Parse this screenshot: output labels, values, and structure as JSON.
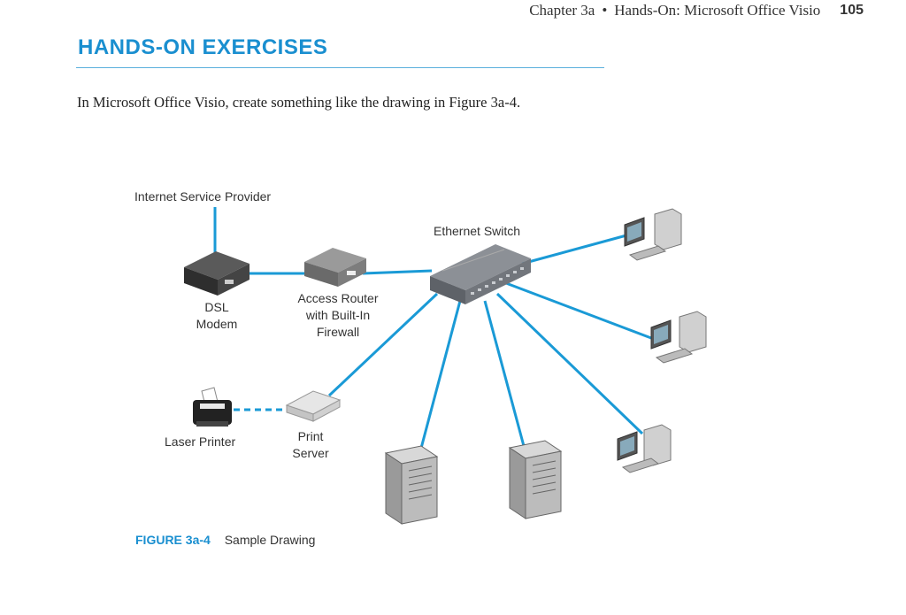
{
  "header": {
    "chapter": "Chapter 3a",
    "bullet": "•",
    "section": "Hands-On: Microsoft Office Visio",
    "page_number": "105"
  },
  "section_title": "HANDS-ON EXERCISES",
  "instruction": "In Microsoft Office Visio, create something like the drawing in Figure 3a-4.",
  "diagram": {
    "labels": {
      "isp": "Internet Service Provider",
      "switch": "Ethernet Switch",
      "modem_line1": "DSL",
      "modem_line2": "Modem",
      "router_line1": "Access Router",
      "router_line2": "with Built-In",
      "router_line3": "Firewall",
      "printer": "Laser Printer",
      "print_server_line1": "Print",
      "print_server_line2": "Server"
    },
    "colors": {
      "link": "#1a9ad6",
      "device_dark": "#3a3a3a",
      "device_gray": "#8a8d92",
      "device_light": "#d9d9d9"
    }
  },
  "caption": {
    "figure_number": "FIGURE 3a-4",
    "text": "Sample Drawing"
  }
}
